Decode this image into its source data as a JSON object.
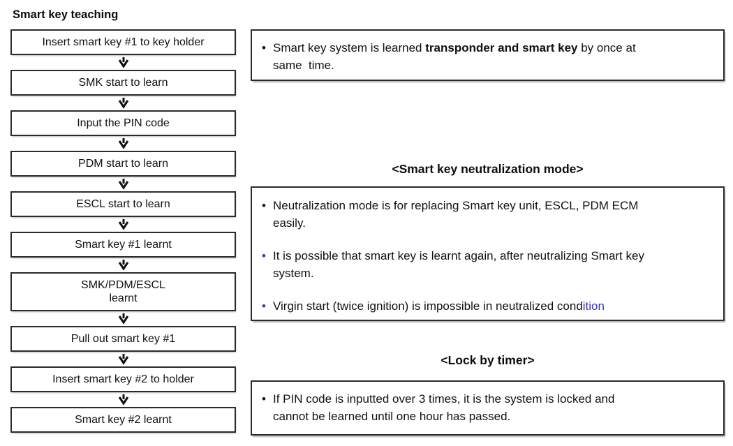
{
  "title": "Smart key teaching",
  "bullet_char": "•",
  "colors": {
    "text": "#111111",
    "border": "#2b2b2b",
    "accent_blue": "#3c35ae"
  },
  "flowchart": {
    "steps": [
      "Insert smart key #1 to key holder",
      "SMK start to learn",
      "Input the PIN code",
      "PDM start to learn",
      "ESCL start to learn",
      "Smart key #1 learnt",
      "SMK/PDM/ESCL\nlearnt",
      "Pull out smart key #1",
      "Insert smart key #2 to holder",
      "Smart key #2 learnt"
    ]
  },
  "notes": {
    "transponder": {
      "seg1": "Smart key system is learned ",
      "seg_bold": "transponder and smart key",
      "seg2": " by once at\nsame  time."
    },
    "neutralization": {
      "heading": "<Smart key neutralization mode>",
      "bullet1": "Neutralization mode is for replacing Smart key unit, ESCL, PDM ECM\neasily.",
      "bullet2": "It is possible that smart key is learnt again, after neutralizing Smart key\nsystem.",
      "bullet3_black": "Virgin start (twice ignition) is impossible in neutralized cond",
      "bullet3_blue": "ition"
    },
    "lock": {
      "heading": "<Lock by timer>",
      "bullet": "If PIN code is inputted over 3 times, it is the system is locked and\ncannot be learned until one hour has passed."
    }
  }
}
